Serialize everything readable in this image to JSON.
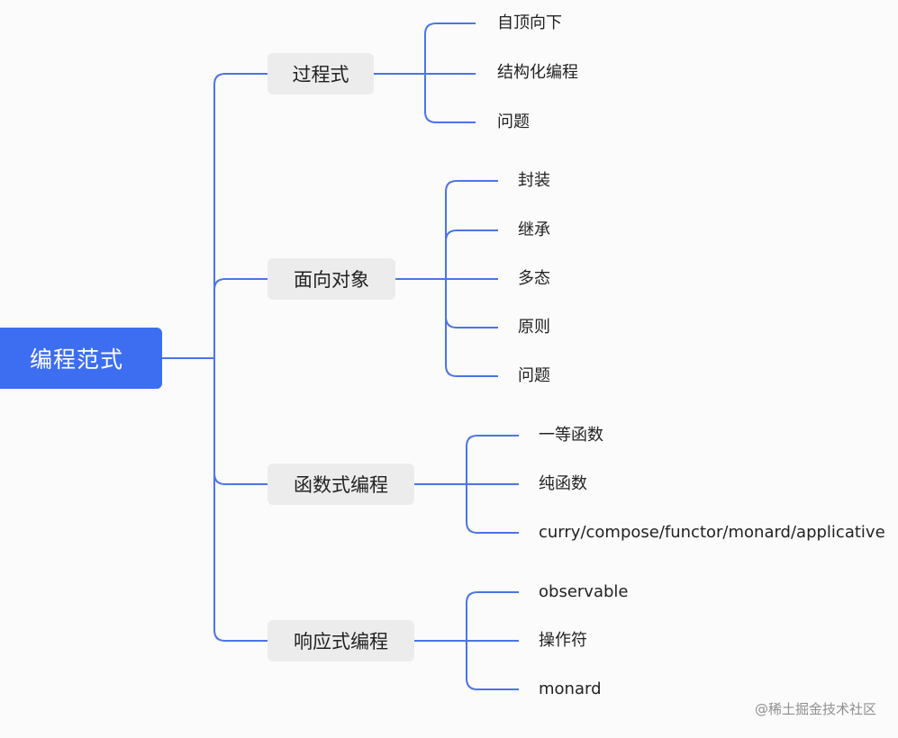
{
  "root": {
    "label": "编程范式"
  },
  "branches": [
    {
      "label": "过程式",
      "children": [
        "自顶向下",
        "结构化编程",
        "问题"
      ]
    },
    {
      "label": "面向对象",
      "children": [
        "封装",
        "继承",
        "多态",
        "原则",
        "问题"
      ]
    },
    {
      "label": "函数式编程",
      "children": [
        "一等函数",
        "纯函数",
        "curry/compose/functor/monard/applicative"
      ]
    },
    {
      "label": "响应式编程",
      "children": [
        "observable",
        "操作符",
        "monard"
      ]
    }
  ],
  "watermark": "@稀土掘金技术社区",
  "colors": {
    "accent": "#3d6ef2",
    "connector": "#4a75e6",
    "branch_bg": "#ececec"
  }
}
